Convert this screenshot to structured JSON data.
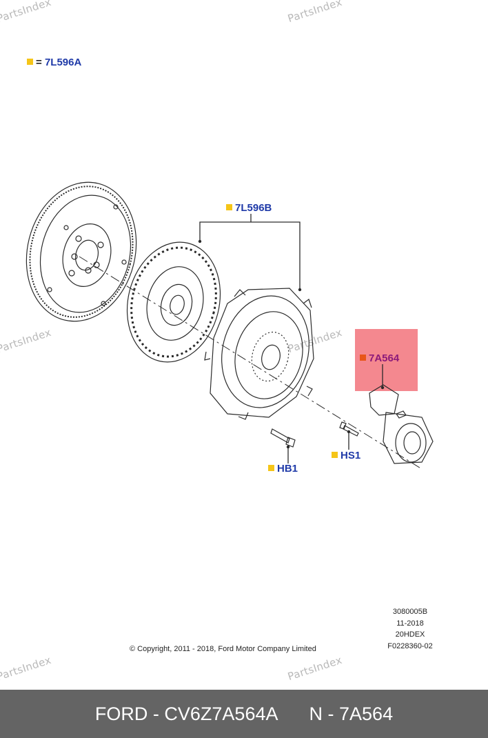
{
  "watermark": "PartsIndex",
  "legend": {
    "symbol": "=",
    "code": "7L596A"
  },
  "callouts": {
    "clutch_kit": "7L596B",
    "bearing": "7A564",
    "bolt_hb": "HB1",
    "bolt_hs": "HS1"
  },
  "colors": {
    "callout_square": "#f5c518",
    "highlight": "#f05a64",
    "callout_text": "#1f3aa8",
    "footer_bg": "#646464"
  },
  "meta": {
    "line1": "3080005B",
    "line2": "11-2018",
    "line3": "20HDEX",
    "line4": "F0228360-02"
  },
  "copyright": "© Copyright, 2011 - 2018, Ford Motor Company Limited",
  "footer": {
    "part": "FORD - CV6Z7A564A",
    "ref": "N - 7A564"
  }
}
